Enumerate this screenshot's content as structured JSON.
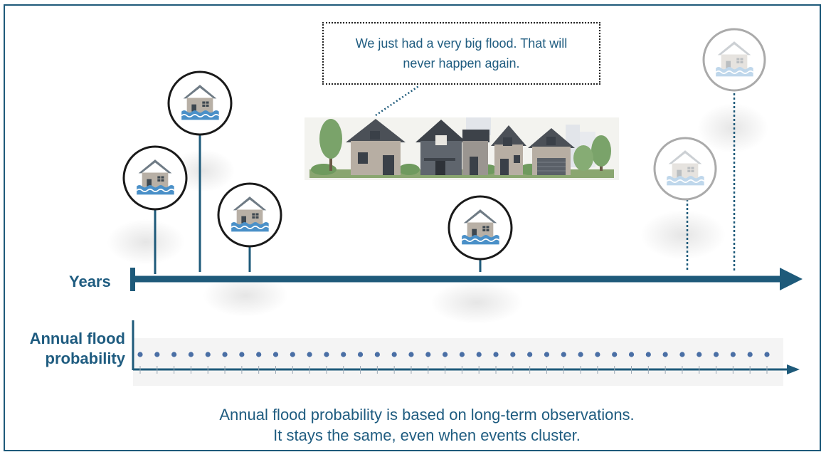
{
  "labels": {
    "years": "Years",
    "annual_flood_probability_line1": "Annual flood",
    "annual_flood_probability_line2": "probability"
  },
  "speech_bubble": {
    "text": "We just had a very big flood. That will never happen again."
  },
  "caption": {
    "line1": "Annual flood probability is based on long-term observations.",
    "line2": "It stays the same, even when events cluster."
  },
  "flood_events": [
    {
      "name": "flood-event-1",
      "state": "past"
    },
    {
      "name": "flood-event-2",
      "state": "past"
    },
    {
      "name": "flood-event-3",
      "state": "past"
    },
    {
      "name": "flood-event-4",
      "state": "past"
    },
    {
      "name": "flood-event-5",
      "state": "future"
    },
    {
      "name": "flood-event-6",
      "state": "future"
    }
  ],
  "probability_dot_count": 38,
  "icons": {
    "flooded_house": "flooded-house-icon",
    "neighborhood": "neighborhood-houses-illustration"
  },
  "colors": {
    "accent": "#1e5a7a",
    "text": "#1f5c80",
    "water": "#4a90c8",
    "dot": "#4a6fa5",
    "house_wall": "#b8b0a6",
    "house_roof": "#6f7b85",
    "faded": "#c5d3df"
  }
}
